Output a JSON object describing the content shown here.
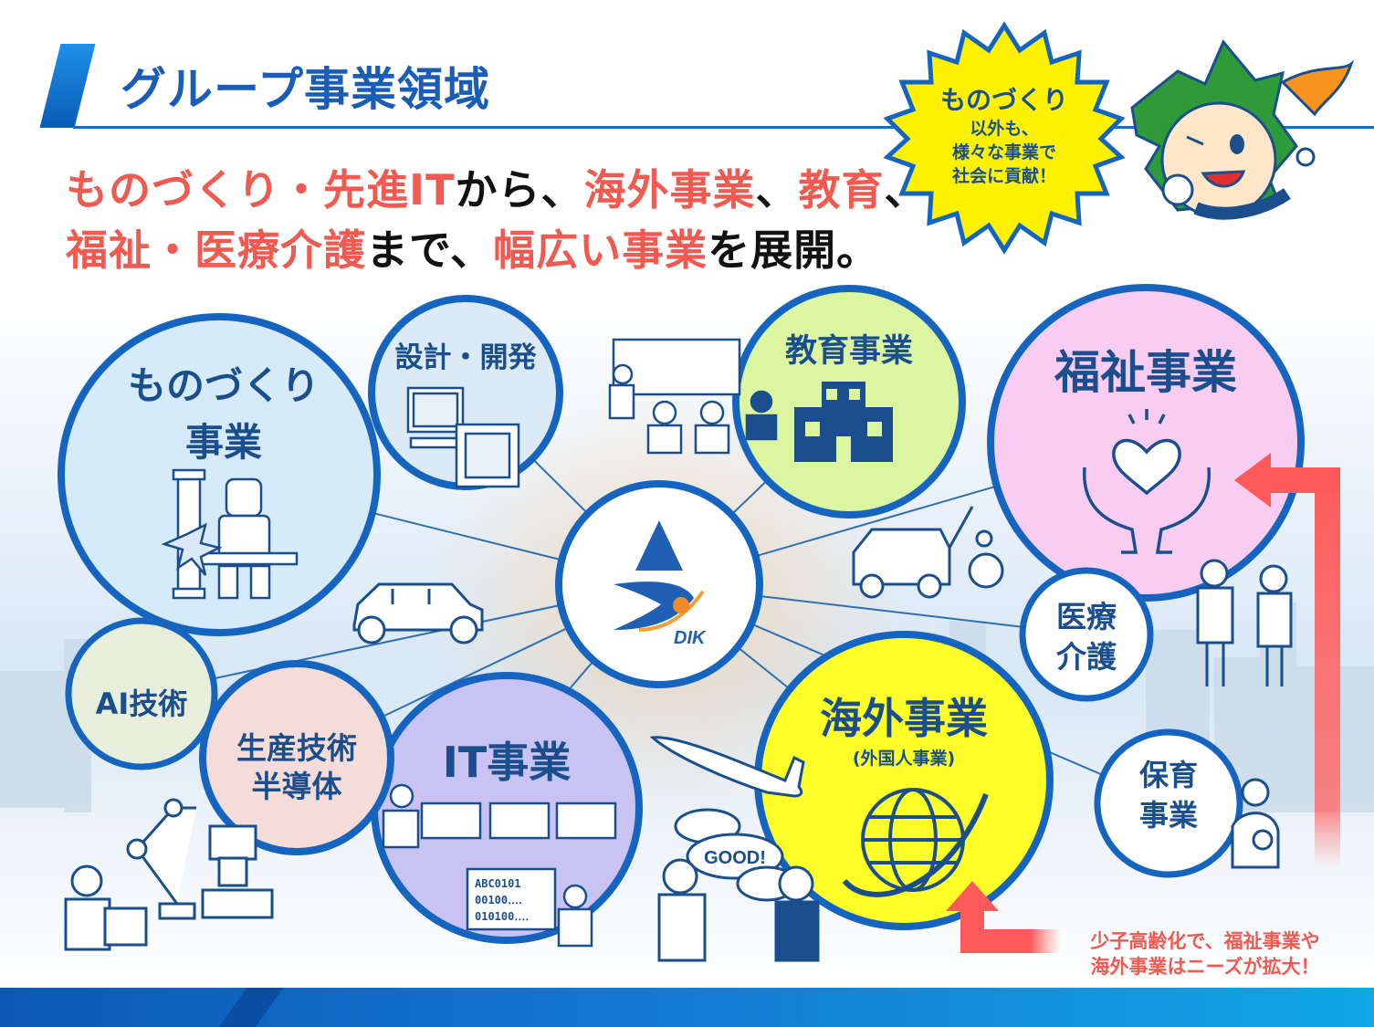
{
  "header": {
    "title": "グループ事業領域"
  },
  "headline": {
    "line1": [
      {
        "text": "ものづくり・先進IT",
        "highlight": true
      },
      {
        "text": "から、",
        "highlight": false
      },
      {
        "text": "海外事業",
        "highlight": true
      },
      {
        "text": "、",
        "highlight": false
      },
      {
        "text": "教育",
        "highlight": true
      },
      {
        "text": "、",
        "highlight": false
      }
    ],
    "line2": [
      {
        "text": "福祉・医療介護",
        "highlight": true
      },
      {
        "text": "まで、",
        "highlight": false
      },
      {
        "text": "幅広い事業",
        "highlight": true
      },
      {
        "text": "を展開。",
        "highlight": false
      }
    ]
  },
  "callout": {
    "line1": "ものづくり",
    "line2": "以外も、",
    "line3": "様々な事業で",
    "line4": "社会に貢献！"
  },
  "center": {
    "logo_text": "DIK"
  },
  "circles": {
    "monozukuri": {
      "line1": "ものづくり",
      "line2": "事業"
    },
    "design": {
      "label": "設計・開発"
    },
    "education": {
      "label": "教育事業"
    },
    "welfare": {
      "label": "福祉事業"
    },
    "medical": {
      "line1": "医療",
      "line2": "介護"
    },
    "childcare": {
      "line1": "保育",
      "line2": "事業"
    },
    "overseas": {
      "label": "海外事業",
      "sub": "(外国人事業)"
    },
    "it": {
      "label": "IT事業"
    },
    "production": {
      "line1": "生産技術",
      "line2": "半導体"
    },
    "ai": {
      "label": "AI技術"
    }
  },
  "illustrations": {
    "speech_bubble": "GOOD!",
    "screen_line1": "ABC0101",
    "screen_line2": "00100‥‥",
    "screen_line3": "010100‥‥"
  },
  "note": {
    "line1": "少子高齢化で、福祉事業や",
    "line2": "海外事業はニーズが拡大！"
  },
  "colors": {
    "title_blue": "#1a5db8",
    "accent_red": "#f05a50",
    "circle_border": "#1565c0",
    "monozukuri_fill": "#d6ebfa",
    "design_fill": "#dbeaf5",
    "education_fill": "#dcf5a0",
    "welfare_fill": "#f9cdf2",
    "overseas_fill": "#ffff2a",
    "it_fill": "#c8c3f2",
    "production_fill": "#f6dcd8",
    "ai_fill": "#e8eedc",
    "white_fill": "#ffffff"
  }
}
